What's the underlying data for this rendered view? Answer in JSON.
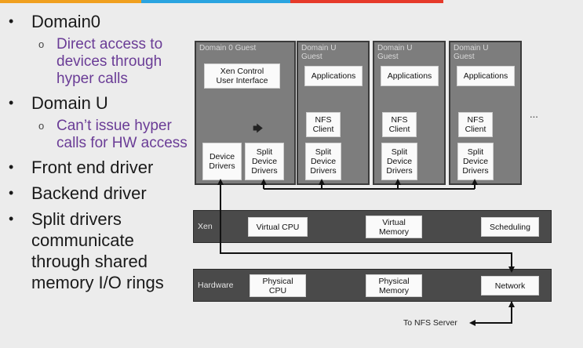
{
  "bullets": {
    "domain0": "Domain0",
    "domain0_sub": "Direct access to devices through hyper calls",
    "domainU": "Domain U",
    "domainU_sub": "Can’t issue hyper calls for HW access",
    "frontend": "Front end driver",
    "backend": "Backend driver",
    "split": "Split drivers communicate through shared memory I/O rings"
  },
  "diagram": {
    "dom0": {
      "title": "Domain 0 Guest",
      "control": "Xen Control\nUser Interface",
      "device_drivers": "Device\nDrivers",
      "split_drivers": "Split\nDevice\nDrivers"
    },
    "domU": [
      {
        "title": "Domain U\nGuest",
        "apps": "Applications",
        "nfs": "NFS\nClient",
        "split": "Split\nDevice\nDrivers"
      },
      {
        "title": "Domain U\nGuest",
        "apps": "Applications",
        "nfs": "NFS\nClient",
        "split": "Split\nDevice\nDrivers"
      },
      {
        "title": "Domain U\nGuest",
        "apps": "Applications",
        "nfs": "NFS\nClient",
        "split": "Split\nDevice\nDrivers"
      }
    ],
    "ellipsis": "...",
    "xen": {
      "label": "Xen",
      "cpu": "Virtual CPU",
      "memory": "Virtual\nMemory",
      "scheduling": "Scheduling"
    },
    "hardware": {
      "label": "Hardware",
      "cpu": "Physical\nCPU",
      "memory": "Physical\nMemory",
      "network": "Network"
    },
    "nfs_server": "To NFS Server"
  },
  "colors": {
    "accent_orange": "#f0a020",
    "accent_blue": "#2aa4e0",
    "accent_red": "#e63a2a",
    "sub_bullet": "#6a3c96"
  }
}
